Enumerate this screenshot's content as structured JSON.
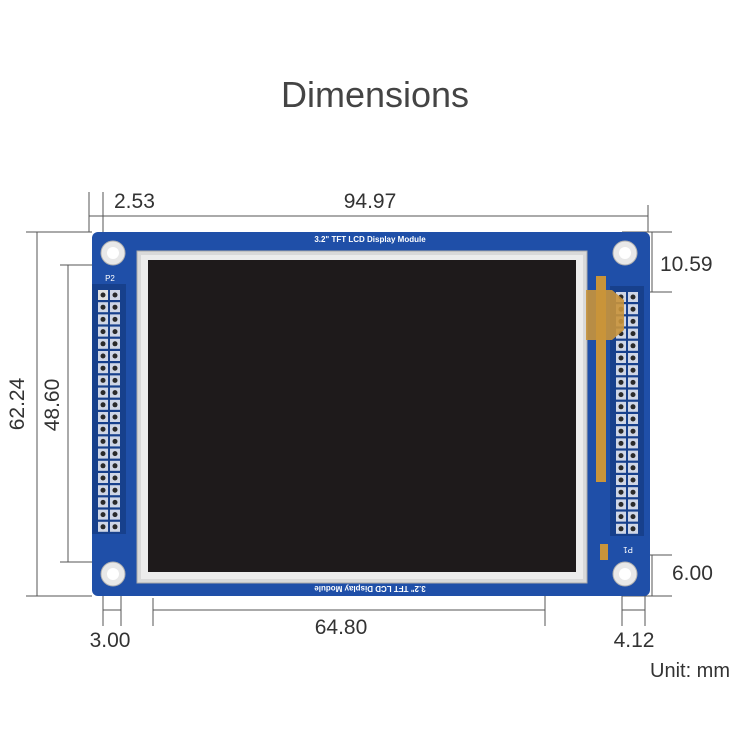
{
  "title": "Dimensions",
  "unit_label": "Unit: mm",
  "board": {
    "silkscreen_top": "3.2\" TFT LCD Display Module",
    "silkscreen_bottom": "3.2\" TFT LCD Display Module",
    "header_left_label": "P2",
    "header_right_label": "P1",
    "colors": {
      "pcb": "#1f4fa8",
      "screen": "#1e1a1b",
      "frame": "#d9d9d9",
      "flex": "#c9943a"
    }
  },
  "dimensions": {
    "hole_offset_x": "2.53",
    "total_width": "94.97",
    "hole_offset_top": "10.59",
    "total_height": "62.24",
    "hole_spacing_y": "48.60",
    "hole_offset_left": "3.00",
    "screen_width": "64.80",
    "hole_offset_right": "4.12",
    "hole_offset_bottom": "6.00"
  }
}
